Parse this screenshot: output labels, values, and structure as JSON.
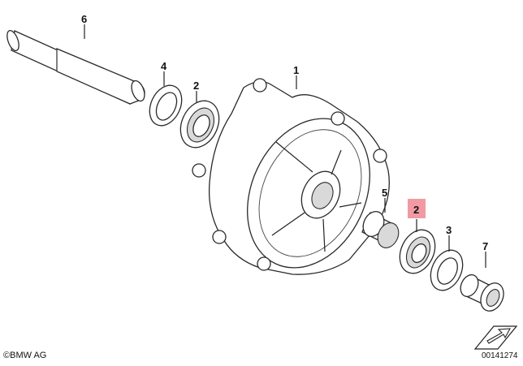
{
  "callouts": {
    "c6": "6",
    "c4": "4",
    "c2a": "2",
    "c1": "1",
    "c5": "5",
    "c2b": "2",
    "c3": "3",
    "c7": "7"
  },
  "highlight_color": "#f19aa3",
  "copyright": "BMW AG",
  "copyright_symbol": "©",
  "document_number": "00141274",
  "icons": [
    "arrow-icon"
  ]
}
